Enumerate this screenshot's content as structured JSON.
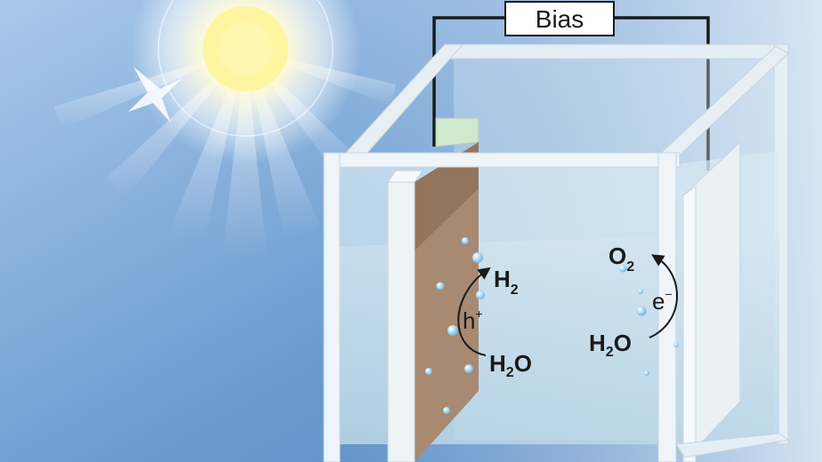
{
  "diagram": {
    "bias_label": "Bias",
    "anode_side": {
      "product": "H",
      "product_sub": "2",
      "reactant": "H",
      "reactant_sub": "2",
      "reactant_tail": "O",
      "carrier": "h",
      "carrier_sup": "+"
    },
    "cathode_side": {
      "product": "O",
      "product_sub": "2",
      "reactant": "H",
      "reactant_sub": "2",
      "reactant_tail": "O",
      "carrier": "e",
      "carrier_sup": "−"
    }
  },
  "colors": {
    "sky_top": "#b9d3ee",
    "sky_bottom": "#5b8bc4",
    "photoelectrode": "#a88a72",
    "counter_electrode": "#e9f0f4",
    "water": "#cfe3ee",
    "sun": "#fff6a8"
  }
}
